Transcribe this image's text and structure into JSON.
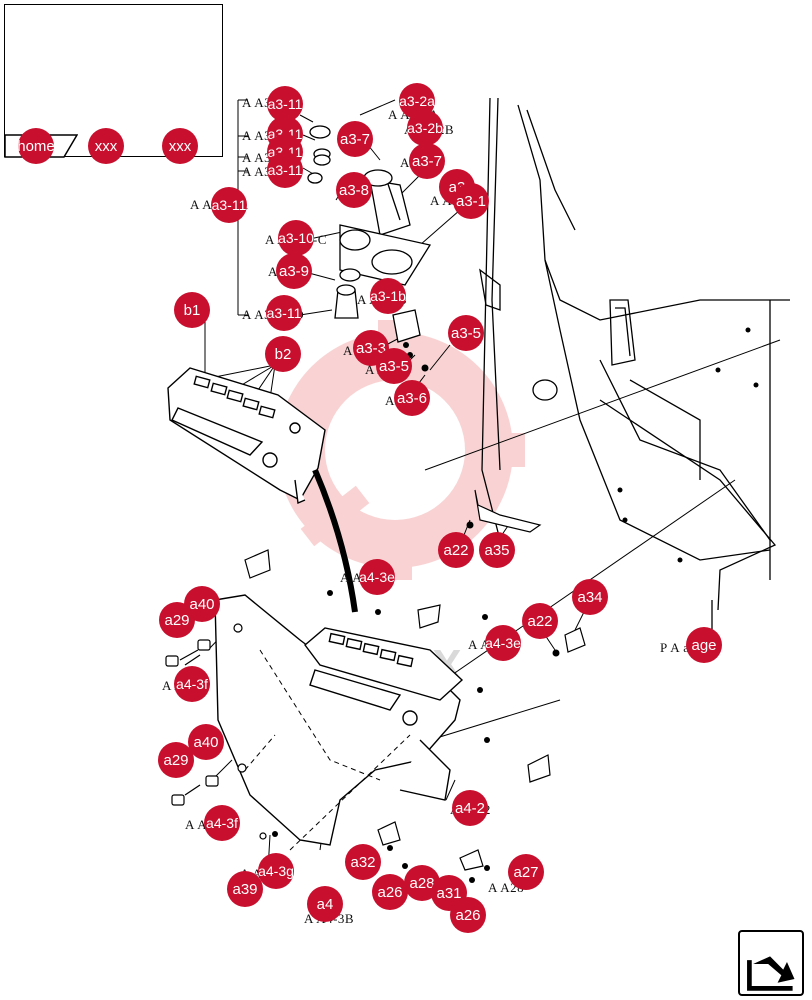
{
  "tags": [
    {
      "id": "t1",
      "text": "A A3-11-F"
    },
    {
      "id": "t2",
      "text": "A A3-11-C"
    },
    {
      "id": "t3",
      "text": "A A3-11"
    },
    {
      "id": "t4",
      "text": "A A3-11-"
    },
    {
      "id": "t5",
      "text": "A A3-11-1"
    },
    {
      "id": "t6",
      "text": "A A3-10-C"
    },
    {
      "id": "t7",
      "text": "A A3-9"
    },
    {
      "id": "t8",
      "text": "A A3-11-D"
    },
    {
      "id": "t9",
      "text": "A A3-2A"
    },
    {
      "id": "t10",
      "text": "A A3-2B"
    },
    {
      "id": "t11",
      "text": "A A3-7"
    },
    {
      "id": "t12",
      "text": "A A3-1"
    },
    {
      "id": "t13",
      "text": "A A3-1B"
    },
    {
      "id": "t14",
      "text": "A A3-3"
    },
    {
      "id": "t15",
      "text": "A A3-5"
    },
    {
      "id": "t16",
      "text": "A A3-6"
    },
    {
      "id": "t17",
      "text": "A A4-3E"
    },
    {
      "id": "t18",
      "text": "A A4-3E"
    },
    {
      "id": "t19",
      "text": "A A4-3F"
    },
    {
      "id": "t20",
      "text": "A A4-3F"
    },
    {
      "id": "t21",
      "text": "A A4-3G"
    },
    {
      "id": "t22",
      "text": "A A4-3B"
    },
    {
      "id": "t23",
      "text": "A A4-2"
    },
    {
      "id": "t24",
      "text": "P A age 1"
    },
    {
      "id": "t25",
      "text": "A A28"
    }
  ],
  "callouts": [
    {
      "id": "c-home",
      "label": "home"
    },
    {
      "id": "c-xxx1",
      "label": "xxx"
    },
    {
      "id": "c-xxx2",
      "label": "xxx"
    },
    {
      "id": "c-a3-11f",
      "label": "a3-11"
    },
    {
      "id": "c-a3-11c",
      "label": "a3-11"
    },
    {
      "id": "c-a3-11x",
      "label": "a3-11"
    },
    {
      "id": "c-a3-11y",
      "label": "a3-11"
    },
    {
      "id": "c-a3-111",
      "label": "a3-11"
    },
    {
      "id": "c-a3-10",
      "label": "a3-10"
    },
    {
      "id": "c-a3-9",
      "label": "a3-9"
    },
    {
      "id": "c-a3-11d",
      "label": "a3-11"
    },
    {
      "id": "c-a3-2a",
      "label": "a3-2a"
    },
    {
      "id": "c-a3-2b",
      "label": "a3-2b"
    },
    {
      "id": "c-a3-7a",
      "label": "a3-7"
    },
    {
      "id": "c-a3-7b",
      "label": "a3-7"
    },
    {
      "id": "c-a3-8",
      "label": "a3-8"
    },
    {
      "id": "c-a3",
      "label": "a3"
    },
    {
      "id": "c-a3-1",
      "label": "a3-1"
    },
    {
      "id": "c-a3-1b",
      "label": "a3-1b"
    },
    {
      "id": "c-a3-3",
      "label": "a3-3"
    },
    {
      "id": "c-a3-5a",
      "label": "a3-5"
    },
    {
      "id": "c-a3-5b",
      "label": "a3-5"
    },
    {
      "id": "c-a3-6",
      "label": "a3-6"
    },
    {
      "id": "c-b1",
      "label": "b1"
    },
    {
      "id": "c-b2",
      "label": "b2"
    },
    {
      "id": "c-a22a",
      "label": "a22"
    },
    {
      "id": "c-a35",
      "label": "a35"
    },
    {
      "id": "c-a4-3e1",
      "label": "a4-3e"
    },
    {
      "id": "c-a4-3e2",
      "label": "a4-3e"
    },
    {
      "id": "c-a34",
      "label": "a34"
    },
    {
      "id": "c-a22b",
      "label": "a22"
    },
    {
      "id": "c-page",
      "label": "age"
    },
    {
      "id": "c-a29a",
      "label": "a29"
    },
    {
      "id": "c-a40a",
      "label": "a40"
    },
    {
      "id": "c-a4-3f1",
      "label": "a4-3f"
    },
    {
      "id": "c-a29b",
      "label": "a29"
    },
    {
      "id": "c-a40b",
      "label": "a40"
    },
    {
      "id": "c-a4-3f2",
      "label": "a4-3f"
    },
    {
      "id": "c-a4-2",
      "label": "a4-2"
    },
    {
      "id": "c-a39",
      "label": "a39"
    },
    {
      "id": "c-a4-3g",
      "label": "a4-3g"
    },
    {
      "id": "c-a4",
      "label": "a4"
    },
    {
      "id": "c-a32",
      "label": "a32"
    },
    {
      "id": "c-a26a",
      "label": "a26"
    },
    {
      "id": "c-a28",
      "label": "a28"
    },
    {
      "id": "c-a31",
      "label": "a31"
    },
    {
      "id": "c-a26b",
      "label": "a26"
    },
    {
      "id": "c-a27",
      "label": "a27"
    }
  ],
  "colors": {
    "callout": "#c8102e",
    "watermark": "#f2b4b4",
    "line": "#000000"
  },
  "icons": {
    "nav": "arrow-into-box-icon",
    "watermark": "gear-wrench-watermark-icon"
  }
}
